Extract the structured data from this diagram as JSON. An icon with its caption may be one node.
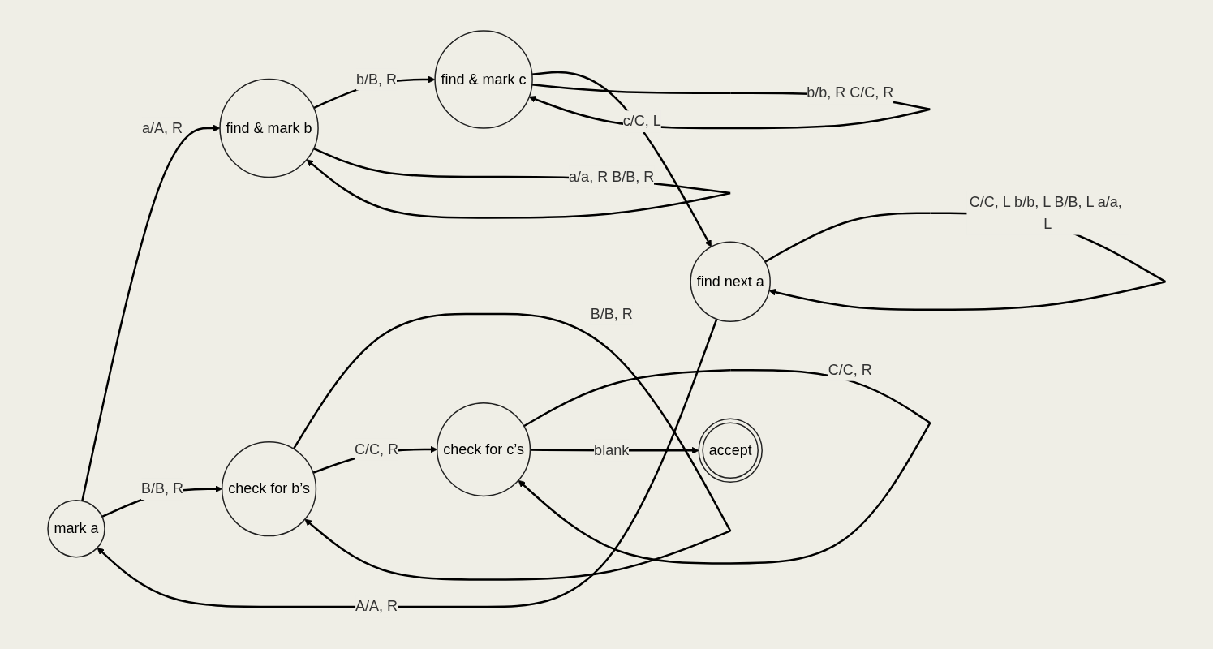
{
  "diagram": {
    "nodes": [
      {
        "text": [
          "mark a"
        ]
      },
      {
        "text": [
          "find & mark b"
        ]
      },
      {
        "text": [
          "find & mark c"
        ]
      },
      {
        "text": [
          "find next a"
        ]
      },
      {
        "text": [
          "check for b’s"
        ]
      },
      {
        "text": [
          "check for c’s"
        ]
      },
      {
        "text": [
          "accept"
        ]
      }
    ],
    "edges": [
      {
        "from": 0,
        "to": 1,
        "arrow": "to",
        "label": "a/A, R"
      },
      {
        "from": 1,
        "to": 2,
        "arrow": "to",
        "label": "b/B, R"
      },
      {
        "from": 2,
        "to": 3,
        "arrow": "to",
        "label": "c/C, L"
      },
      {
        "from": 1,
        "to": 1,
        "arrow": "to",
        "label": "a/a, R B/B, R"
      },
      {
        "from": 2,
        "to": 2,
        "arrow": "to",
        "label": "b/b, R C/C, R"
      },
      {
        "from": 3,
        "to": 3,
        "arrow": "to",
        "label": "C/C, L b/b, L B/B, L a/a, L"
      },
      {
        "from": 3,
        "to": 0,
        "arrow": "to",
        "label": "A/A, R"
      },
      {
        "from": 0,
        "to": 4,
        "arrow": "to",
        "label": "B/B, R"
      },
      {
        "from": 4,
        "to": 4,
        "arrow": "to",
        "label": "B/B, R"
      },
      {
        "from": 4,
        "to": 5,
        "arrow": "to",
        "label": "C/C, R"
      },
      {
        "from": 5,
        "to": 5,
        "arrow": "to",
        "label": "C/C, R"
      },
      {
        "from": 5,
        "to": 6,
        "arrow": "to",
        "label": "blank"
      }
    ]
  }
}
